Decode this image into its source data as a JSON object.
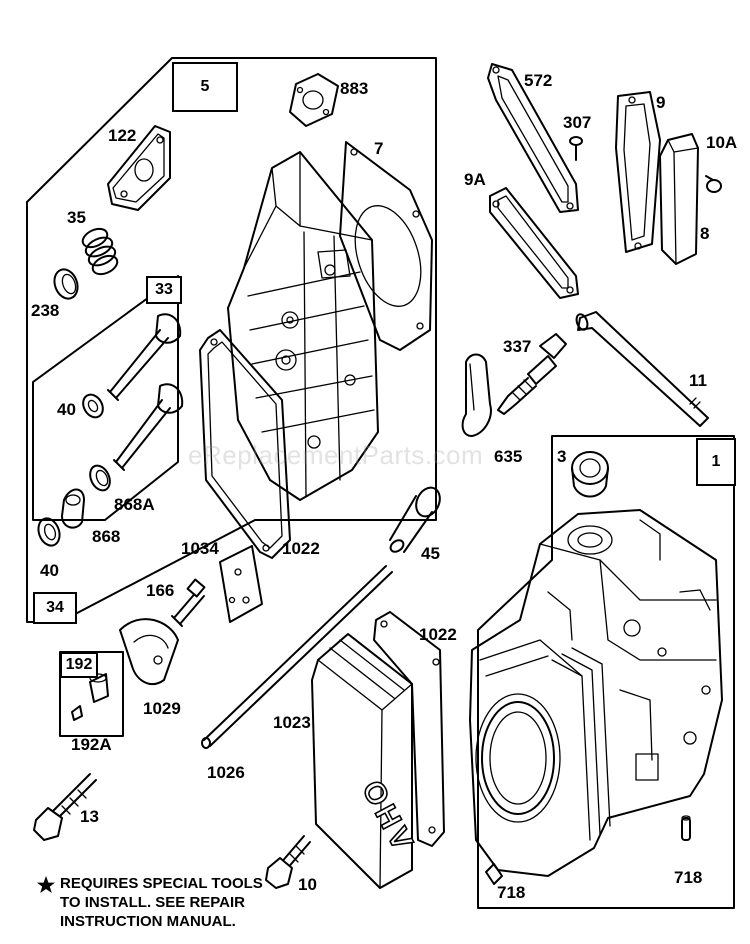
{
  "watermark": "eReplacementParts.com",
  "note": {
    "symbol": "★",
    "lines": [
      "REQUIRES SPECIAL TOOLS",
      "TO INSTALL.  SEE REPAIR",
      "INSTRUCTION MANUAL."
    ]
  },
  "groups": {
    "g5": "5",
    "g33": "33",
    "g34": "34",
    "g192": "192",
    "g1": "1"
  },
  "parts": {
    "p883": "883",
    "p7": "7",
    "p122": "122",
    "p35": "35",
    "p238": "238",
    "p40a": "40",
    "p40b": "40",
    "p868a": "868A",
    "p868": "868",
    "p1022a": "1022",
    "p1034": "1034",
    "p166": "166",
    "p1029": "1029",
    "p192a": "192A",
    "p45": "45",
    "p1026": "1026",
    "p1023": "1023",
    "p1022b": "1022",
    "p13": "13",
    "p10": "10",
    "p572": "572",
    "p307": "307",
    "p9a": "9A",
    "p9": "9",
    "p10a": "10A",
    "p8": "8",
    "p337": "337",
    "p635": "635",
    "p11": "11",
    "p3": "3",
    "p718a": "718",
    "p718b": "718"
  },
  "cover_text": "OHV"
}
